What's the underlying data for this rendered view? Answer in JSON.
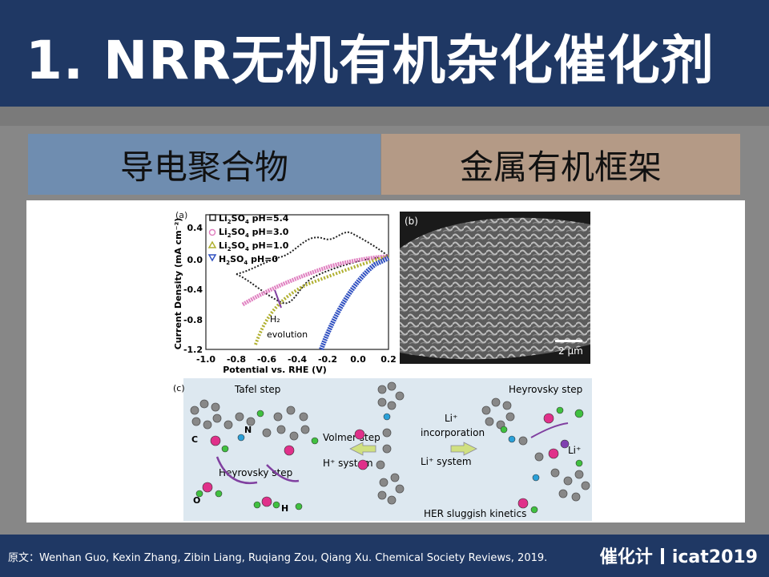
{
  "header": {
    "title": "1. NRR无机有机杂化催化剂"
  },
  "tabs": {
    "left": "导电聚合物",
    "right": "金属有机框架"
  },
  "figure": {
    "panel_a": {
      "label": "(a)",
      "legend": [
        {
          "acid": "Li",
          "sub": "2",
          "mid": "SO",
          "sub2": "4",
          "ph": " pH=5.4",
          "color": "#222222",
          "marker": "square"
        },
        {
          "acid": "Li",
          "sub": "2",
          "mid": "SO",
          "sub2": "4",
          "ph": " pH=3.0",
          "color": "#e080c0",
          "marker": "circle"
        },
        {
          "acid": "Li",
          "sub": "2",
          "mid": "SO",
          "sub2": "4",
          "ph": " pH=1.0",
          "color": "#b0b030",
          "marker": "triangle"
        },
        {
          "acid": "H",
          "sub": "2",
          "mid": "SO",
          "sub2": "4",
          "ph": " pH=0",
          "color": "#3050c0",
          "marker": "down-triangle"
        }
      ],
      "ylabel": "Current Density (mA cm⁻²)",
      "xlabel": "Potential vs. RHE (V)",
      "yticks": [
        "0.4",
        "0.0",
        "-0.4",
        "-0.8",
        "-1.2"
      ],
      "xticks": [
        "-1.0",
        "-0.8",
        "-0.6",
        "-0.4",
        "-0.2",
        "0.0",
        "0.2"
      ],
      "annotation_h2": "H₂",
      "annotation_evolution": "evolution"
    },
    "panel_b": {
      "label": "(b)",
      "scale": "2 μm"
    },
    "panel_c": {
      "label": "(c)",
      "tafel": "Tafel step",
      "heyrovsky_left": "Heyrovsky step",
      "heyrovsky_right": "Heyrovsky step",
      "volmer": "Volmer step",
      "h_system": "H⁺ system",
      "li_incorp": "incorporation",
      "li_plus_top": "Li⁺",
      "li_system": "Li⁺ system",
      "li_plus_right": "Li⁺",
      "her": "HER sluggish kinetics",
      "atom_c": "C",
      "atom_n": "N",
      "atom_o": "O",
      "atom_h": "H"
    }
  },
  "footer": {
    "citation": "原文：Wenhan Guo, Kexin Zhang, Zibin Liang, Ruqiang Zou, Qiang Xu. Chemical Society Reviews, 2019.",
    "brand_left": "催化计",
    "brand_right": "icat2019"
  }
}
